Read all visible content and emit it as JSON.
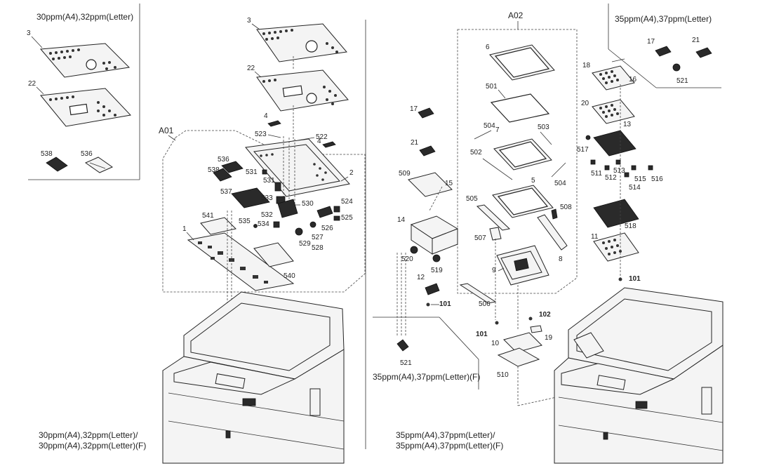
{
  "sections": {
    "top_left": "30ppm(A4),32ppm(Letter)",
    "top_right": "35ppm(A4),37ppm(Letter)",
    "mid_right_f": "35ppm(A4),37ppm(Letter)(F)",
    "bottom_left_1": "30ppm(A4),32ppm(Letter)/",
    "bottom_left_2": "30ppm(A4),32ppm(Letter)(F)",
    "bottom_mid_1": "35ppm(A4),37ppm(Letter)/",
    "bottom_mid_2": "35ppm(A4),37ppm(Letter)(F)"
  },
  "assemblies": {
    "a01": "A01",
    "a02": "A02"
  },
  "labels": {
    "l3a": "3",
    "l22a": "22",
    "l538a": "538",
    "l536a": "536",
    "l3b": "3",
    "l22b": "22",
    "l4a": "4",
    "l4b": "4",
    "l523": "523",
    "l522": "522",
    "l2": "2",
    "l536b": "536",
    "l538b": "538",
    "l531a": "531",
    "l531b": "531",
    "l537": "537",
    "l533": "533",
    "l530": "530",
    "l524": "524",
    "l525": "525",
    "l526": "526",
    "l527": "527",
    "l532": "532",
    "l541": "541",
    "l535": "535",
    "l534": "534",
    "l529": "529",
    "l528": "528",
    "l1": "1",
    "l540": "540",
    "l6": "6",
    "l501": "501",
    "l504a": "504",
    "l7": "7",
    "l503": "503",
    "l502": "502",
    "l504b": "504",
    "l5": "5",
    "l505": "505",
    "l508": "508",
    "l507": "507",
    "l8": "8",
    "l9": "9",
    "l506": "506",
    "l17a": "17",
    "l21a": "21",
    "l509": "509",
    "l15": "15",
    "l14": "14",
    "l520": "520",
    "l519": "519",
    "l12": "12",
    "l101a": "101",
    "l521a": "521",
    "l101b": "101",
    "l102": "102",
    "l10": "10",
    "l19": "19",
    "l510": "510",
    "l17b": "17",
    "l21b": "21",
    "l521b": "521",
    "l18": "18",
    "l16": "16",
    "l20": "20",
    "l13": "13",
    "l517": "517",
    "l511": "511",
    "l513": "513",
    "l512": "512",
    "l515": "515",
    "l516": "516",
    "l514": "514",
    "l518": "518",
    "l11": "11",
    "l101c": "101"
  }
}
